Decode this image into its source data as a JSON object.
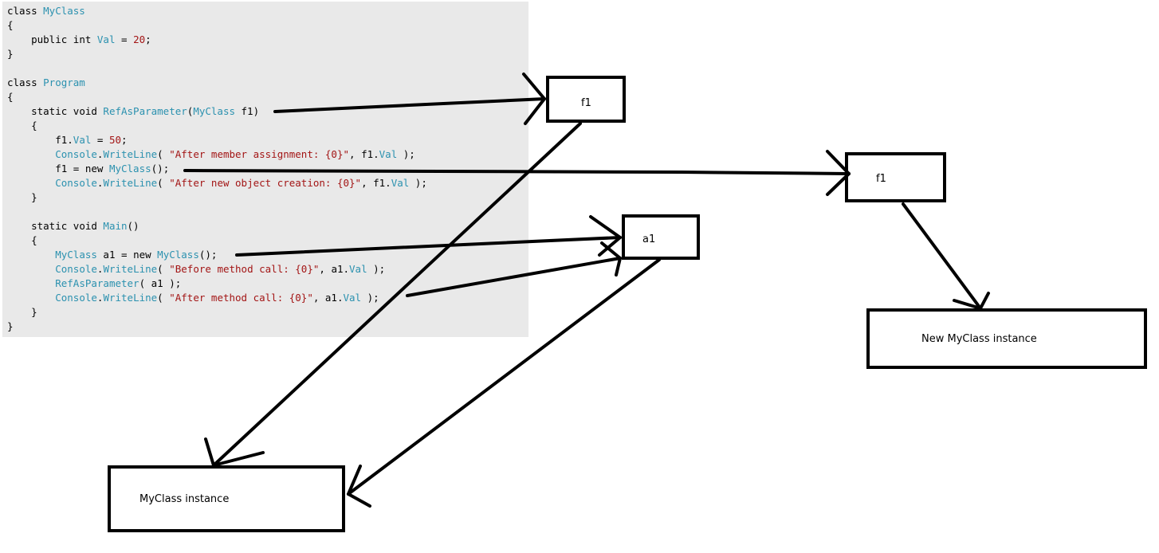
{
  "code": {
    "lines": [
      [
        {
          "t": "kw",
          "s": "class "
        },
        {
          "t": "type",
          "s": "MyClass"
        }
      ],
      [
        {
          "t": "plain",
          "s": "{"
        }
      ],
      [
        {
          "t": "plain",
          "s": "    "
        },
        {
          "t": "kw",
          "s": "public int "
        },
        {
          "t": "type",
          "s": "Val"
        },
        {
          "t": "plain",
          "s": " = "
        },
        {
          "t": "num",
          "s": "20"
        },
        {
          "t": "plain",
          "s": ";"
        }
      ],
      [
        {
          "t": "plain",
          "s": "}"
        }
      ],
      [
        {
          "t": "plain",
          "s": ""
        }
      ],
      [
        {
          "t": "kw",
          "s": "class "
        },
        {
          "t": "type",
          "s": "Program"
        }
      ],
      [
        {
          "t": "plain",
          "s": "{"
        }
      ],
      [
        {
          "t": "plain",
          "s": "    "
        },
        {
          "t": "kw",
          "s": "static void "
        },
        {
          "t": "type",
          "s": "RefAsParameter"
        },
        {
          "t": "plain",
          "s": "("
        },
        {
          "t": "type",
          "s": "MyClass"
        },
        {
          "t": "plain",
          "s": " f1)"
        }
      ],
      [
        {
          "t": "plain",
          "s": "    {"
        }
      ],
      [
        {
          "t": "plain",
          "s": "        f1."
        },
        {
          "t": "type",
          "s": "Val"
        },
        {
          "t": "plain",
          "s": " = "
        },
        {
          "t": "num",
          "s": "50"
        },
        {
          "t": "plain",
          "s": ";"
        }
      ],
      [
        {
          "t": "plain",
          "s": "        "
        },
        {
          "t": "type",
          "s": "Console"
        },
        {
          "t": "plain",
          "s": "."
        },
        {
          "t": "type",
          "s": "WriteLine"
        },
        {
          "t": "plain",
          "s": "( "
        },
        {
          "t": "str",
          "s": "\"After member assignment: {0}\""
        },
        {
          "t": "plain",
          "s": ", f1."
        },
        {
          "t": "type",
          "s": "Val"
        },
        {
          "t": "plain",
          "s": " );"
        }
      ],
      [
        {
          "t": "plain",
          "s": "        f1 = "
        },
        {
          "t": "kw",
          "s": "new "
        },
        {
          "t": "type",
          "s": "MyClass"
        },
        {
          "t": "plain",
          "s": "();"
        }
      ],
      [
        {
          "t": "plain",
          "s": "        "
        },
        {
          "t": "type",
          "s": "Console"
        },
        {
          "t": "plain",
          "s": "."
        },
        {
          "t": "type",
          "s": "WriteLine"
        },
        {
          "t": "plain",
          "s": "( "
        },
        {
          "t": "str",
          "s": "\"After new object creation: {0}\""
        },
        {
          "t": "plain",
          "s": ", f1."
        },
        {
          "t": "type",
          "s": "Val"
        },
        {
          "t": "plain",
          "s": " );"
        }
      ],
      [
        {
          "t": "plain",
          "s": "    }"
        }
      ],
      [
        {
          "t": "plain",
          "s": ""
        }
      ],
      [
        {
          "t": "plain",
          "s": "    "
        },
        {
          "t": "kw",
          "s": "static void "
        },
        {
          "t": "type",
          "s": "Main"
        },
        {
          "t": "plain",
          "s": "()"
        }
      ],
      [
        {
          "t": "plain",
          "s": "    {"
        }
      ],
      [
        {
          "t": "plain",
          "s": "        "
        },
        {
          "t": "type",
          "s": "MyClass"
        },
        {
          "t": "plain",
          "s": " a1 = "
        },
        {
          "t": "kw",
          "s": "new "
        },
        {
          "t": "type",
          "s": "MyClass"
        },
        {
          "t": "plain",
          "s": "();"
        }
      ],
      [
        {
          "t": "plain",
          "s": "        "
        },
        {
          "t": "type",
          "s": "Console"
        },
        {
          "t": "plain",
          "s": "."
        },
        {
          "t": "type",
          "s": "WriteLine"
        },
        {
          "t": "plain",
          "s": "( "
        },
        {
          "t": "str",
          "s": "\"Before method call: {0}\""
        },
        {
          "t": "plain",
          "s": ", a1."
        },
        {
          "t": "type",
          "s": "Val"
        },
        {
          "t": "plain",
          "s": " );"
        }
      ],
      [
        {
          "t": "plain",
          "s": "        "
        },
        {
          "t": "type",
          "s": "RefAsParameter"
        },
        {
          "t": "plain",
          "s": "( a1 );"
        }
      ],
      [
        {
          "t": "plain",
          "s": "        "
        },
        {
          "t": "type",
          "s": "Console"
        },
        {
          "t": "plain",
          "s": "."
        },
        {
          "t": "type",
          "s": "WriteLine"
        },
        {
          "t": "plain",
          "s": "( "
        },
        {
          "t": "str",
          "s": "\"After method call: {0}\""
        },
        {
          "t": "plain",
          "s": ", a1."
        },
        {
          "t": "type",
          "s": "Val"
        },
        {
          "t": "plain",
          "s": " );"
        }
      ],
      [
        {
          "t": "plain",
          "s": "    }"
        }
      ],
      [
        {
          "t": "plain",
          "s": "}"
        }
      ]
    ]
  },
  "boxes": {
    "f1_param": "f1",
    "f1_new": "f1",
    "a1": "a1",
    "new_instance": "New MyClass instance",
    "instance": "MyClass instance"
  },
  "colors": {
    "code_background": "#e9e9e9",
    "keyword": "#000000",
    "type": "#2b91af",
    "string": "#a31515",
    "number": "#a31515",
    "stroke": "#000000"
  }
}
